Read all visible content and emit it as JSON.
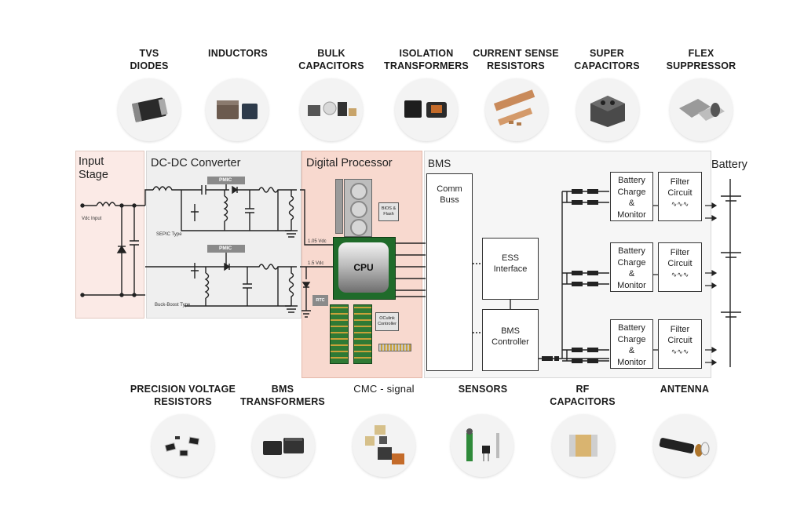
{
  "top_components": [
    {
      "line1": "TVS",
      "line2": "DIODES",
      "icon": "tvs-diode-icon"
    },
    {
      "line1": "INDUCTORS",
      "line2": "",
      "icon": "inductor-icon"
    },
    {
      "line1": "BULK",
      "line2": "CAPACITORS",
      "icon": "bulk-capacitor-icon"
    },
    {
      "line1": "ISOLATION",
      "line2": "TRANSFORMERS",
      "icon": "isolation-transformer-icon"
    },
    {
      "line1": "CURRENT SENSE",
      "line2": "RESISTORS",
      "icon": "current-sense-resistor-icon"
    },
    {
      "line1": "SUPER",
      "line2": "CAPACITORS",
      "icon": "super-capacitor-icon"
    },
    {
      "line1": "FLEX",
      "line2": "SUPPRESSOR",
      "icon": "flex-suppressor-icon"
    }
  ],
  "bottom_components": [
    {
      "line1": "PRECISION VOLTAGE",
      "line2": "RESISTORS",
      "icon": "precision-resistor-icon"
    },
    {
      "line1": "BMS",
      "line2": "TRANSFORMERS",
      "icon": "bms-transformer-icon"
    },
    {
      "line1": "CMC - signal",
      "line2": "",
      "icon": "cmc-signal-icon"
    },
    {
      "line1": "SENSORS",
      "line2": "",
      "icon": "sensor-icon"
    },
    {
      "line1": "RF",
      "line2": "CAPACITORS",
      "icon": "rf-capacitor-icon"
    },
    {
      "line1": "ANTENNA",
      "line2": "",
      "icon": "antenna-icon"
    }
  ],
  "sections": {
    "input_stage": {
      "title_1": "Input",
      "title_2": "Stage",
      "vdc_input": "Vdc Input"
    },
    "dcdc": {
      "title": "DC-DC Converter",
      "pmic": "PMIC",
      "sepic": "SEPIC Type",
      "buck_boost": "Buck-Boost Type"
    },
    "digital": {
      "title": "Digital Processor",
      "cpu": "CPU",
      "v105": "1.05 Vdc",
      "v15": "1.5 Vdc",
      "bios": "BIOS &\nFlash",
      "rtc": "RTC",
      "oculink": "OCulink\nController"
    },
    "bms": {
      "title": "BMS",
      "comm_buss_1": "Comm",
      "comm_buss_2": "Buss",
      "ess_1": "ESS",
      "ess_2": "Interface",
      "bmsc_1": "BMS",
      "bmsc_2": "Controller",
      "battery_charge": [
        "Battery",
        "Charge",
        "&",
        "Monitor"
      ],
      "filter": [
        "Filter",
        "Circuit"
      ]
    },
    "battery": {
      "title": "Battery"
    }
  },
  "colors": {
    "accent": "#e8643a",
    "input_bg": "#fbeae6",
    "dcdc_bg": "#efefef",
    "digital_bg": "#f8d9cf",
    "bms_bg": "#f6f6f6",
    "cpu_green": "#1f6b2a"
  }
}
